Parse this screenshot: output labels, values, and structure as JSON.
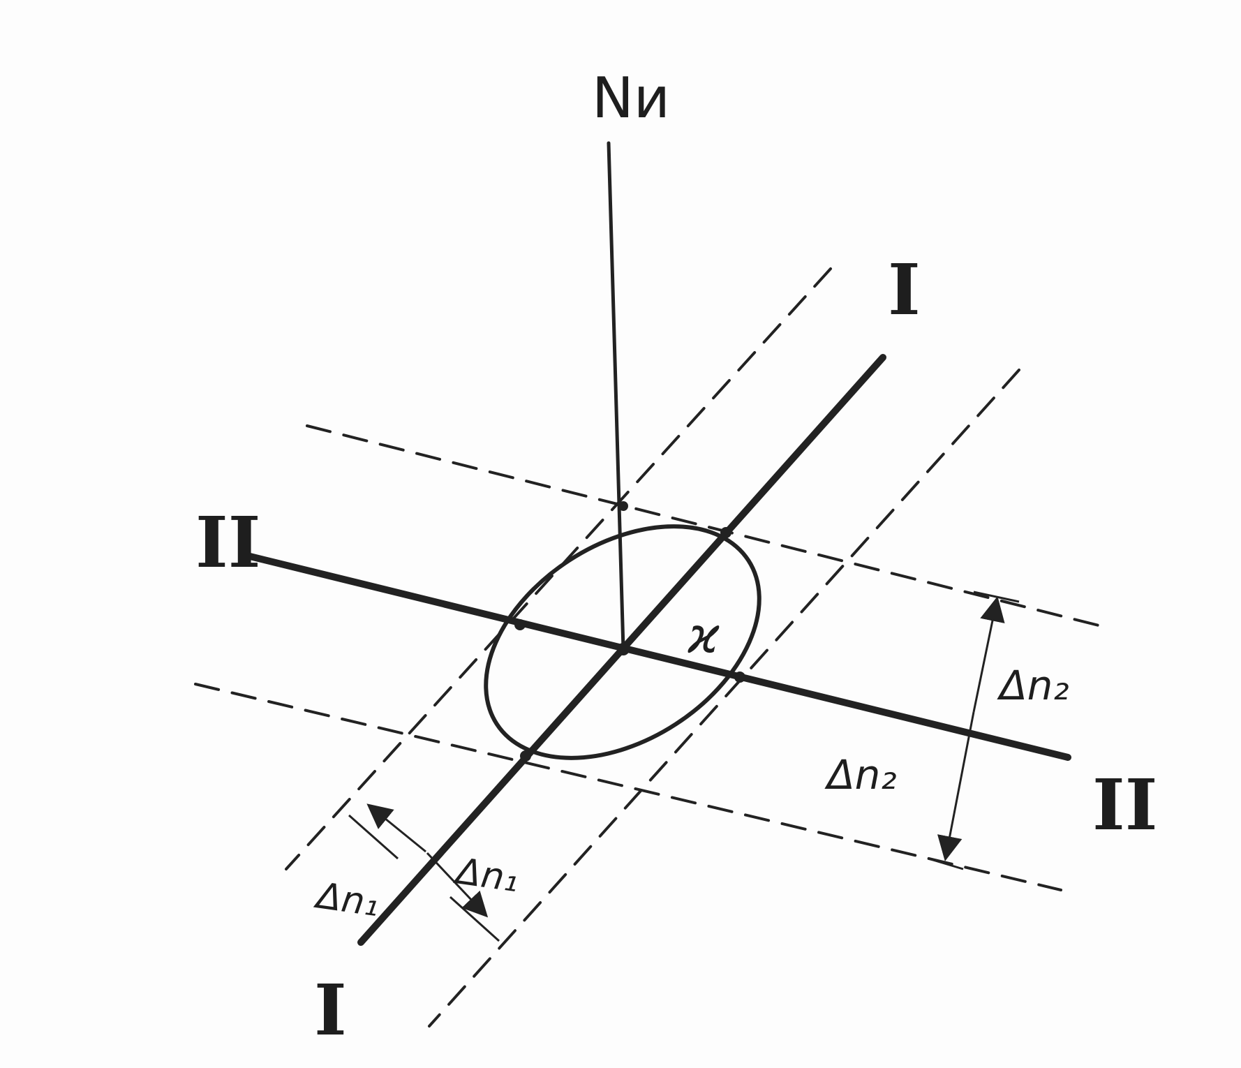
{
  "labels": {
    "vertical_axis": "Nи",
    "line_I_top": "I",
    "line_I_bottom": "I",
    "line_II_left": "II",
    "line_II_right": "II",
    "ellipse_symbol": "ϰ",
    "delta_n1_left": "Δn₁",
    "delta_n1_right": "Δn₁",
    "delta_n2_upper": "Δn₂",
    "delta_n2_lower": "Δn₂"
  }
}
